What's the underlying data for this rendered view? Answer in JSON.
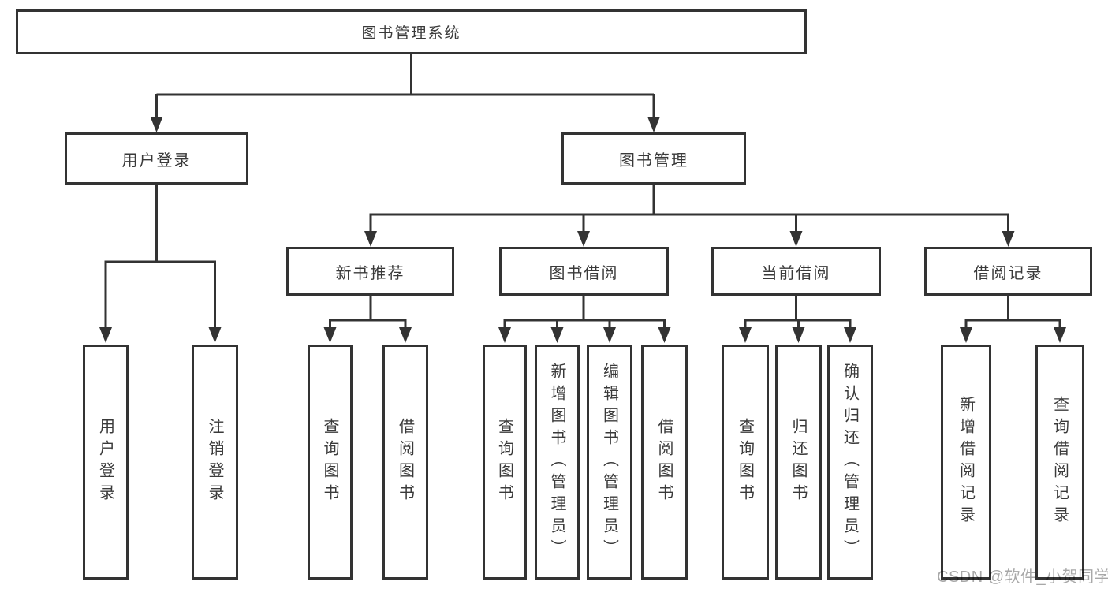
{
  "diagram": {
    "root": {
      "label": "图书管理系统"
    },
    "level2": [
      {
        "label": "用户登录"
      },
      {
        "label": "图书管理"
      }
    ],
    "level3": [
      {
        "label": "新书推荐",
        "parent": "图书管理"
      },
      {
        "label": "图书借阅",
        "parent": "图书管理"
      },
      {
        "label": "当前借阅",
        "parent": "图书管理"
      },
      {
        "label": "借阅记录",
        "parent": "图书管理"
      }
    ],
    "leaves": [
      {
        "label": "用户登录",
        "parent": "用户登录"
      },
      {
        "label": "注销登录",
        "parent": "用户登录"
      },
      {
        "label": "查询图书",
        "parent": "新书推荐"
      },
      {
        "label": "借阅图书",
        "parent": "新书推荐"
      },
      {
        "label": "查询图书",
        "parent": "图书借阅"
      },
      {
        "label": "新增图书（管理员）",
        "parent": "图书借阅"
      },
      {
        "label": "编辑图书（管理员）",
        "parent": "图书借阅"
      },
      {
        "label": "借阅图书",
        "parent": "图书借阅"
      },
      {
        "label": "查询图书",
        "parent": "当前借阅"
      },
      {
        "label": "归还图书",
        "parent": "当前借阅"
      },
      {
        "label": "确认归还（管理员）",
        "parent": "当前借阅"
      },
      {
        "label": "新增借阅记录",
        "parent": "借阅记录"
      },
      {
        "label": "查询借阅记录",
        "parent": "借阅记录"
      }
    ]
  },
  "watermark": {
    "text": "CSDN @软件_小贺同学"
  },
  "colors": {
    "line": "#333333",
    "text": "#3a3a3a",
    "watermark": "#a8a8a8",
    "background": "#ffffff"
  }
}
